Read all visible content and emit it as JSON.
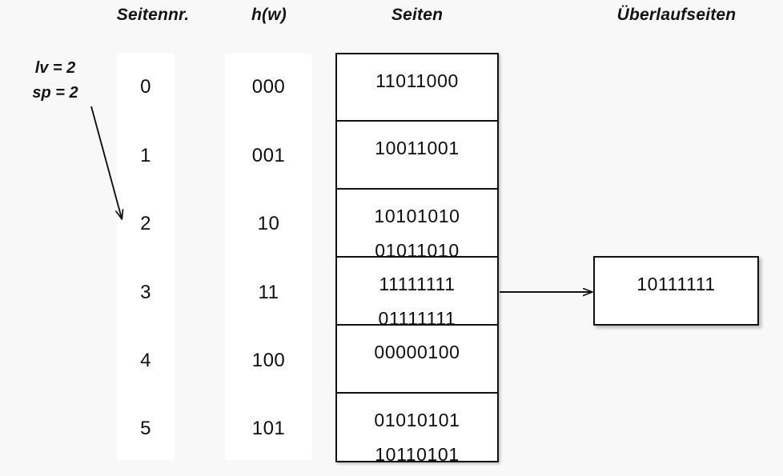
{
  "headers": {
    "page_number": "Seitennr.",
    "hash": "h(w)",
    "pages": "Seiten",
    "overflow_pages": "Überlaufseiten"
  },
  "params": {
    "level": "lv = 2",
    "split_pointer": "sp = 2"
  },
  "rows": [
    {
      "page_number": "0",
      "hash": "000"
    },
    {
      "page_number": "1",
      "hash": "001"
    },
    {
      "page_number": "2",
      "hash": "10"
    },
    {
      "page_number": "3",
      "hash": "11"
    },
    {
      "page_number": "4",
      "hash": "100"
    },
    {
      "page_number": "5",
      "hash": "101"
    }
  ],
  "pages": [
    {
      "lines": [
        "11011000"
      ]
    },
    {
      "lines": [
        "10011001"
      ]
    },
    {
      "lines": [
        "10101010",
        "01011010"
      ]
    },
    {
      "lines": [
        "11111111",
        "01111111"
      ]
    },
    {
      "lines": [
        "00000100"
      ]
    },
    {
      "lines": [
        "01010101",
        "10110101"
      ]
    }
  ],
  "overflow": [
    {
      "lines": [
        "10111111"
      ],
      "from_page_index": 3
    }
  ],
  "colors": {
    "background": "#f8f8f8",
    "text": "#111111",
    "box_border": "#111111",
    "box_fill": "#ffffff",
    "arrow": "#111111"
  }
}
